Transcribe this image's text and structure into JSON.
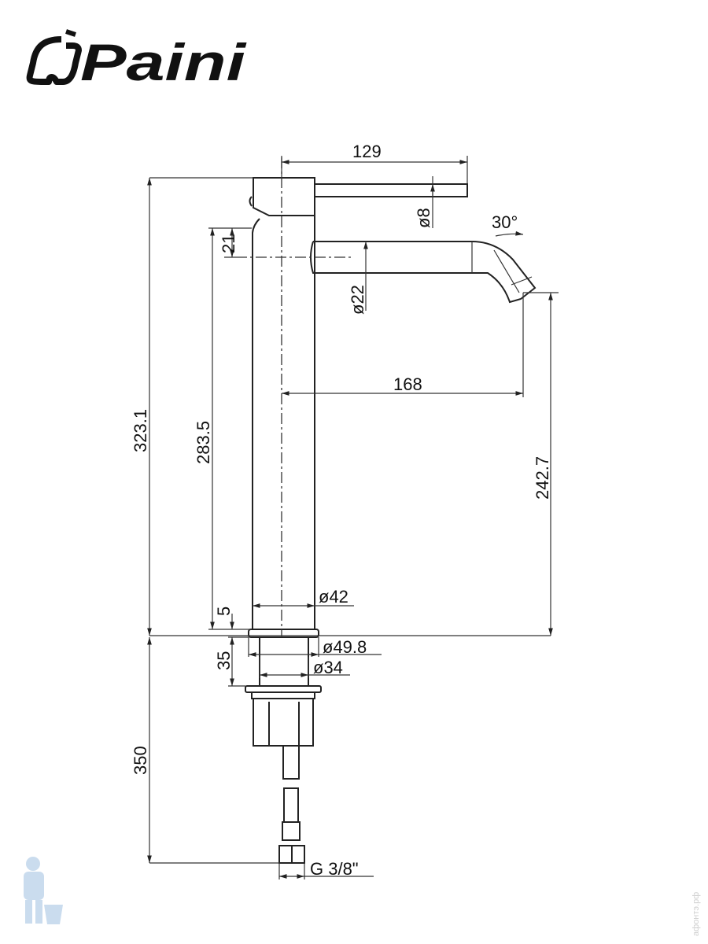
{
  "brand": {
    "logo_text": "Paini"
  },
  "watermark": "афонтэ.рф",
  "dimensions": {
    "lever_reach": "129",
    "lever_diameter": "ø8",
    "spout_angle": "30°",
    "spout_height_offset": "21",
    "spout_diameter": "ø22",
    "total_height": "323.1",
    "spout_axis_height": "283.5",
    "spout_reach": "168",
    "outlet_height": "242.7",
    "body_diameter": "ø42",
    "base_ring_height": "5",
    "base_diameter": "ø49.8",
    "shank_height": "35",
    "shank_diameter": "ø34",
    "hose_length": "350",
    "connection_thread": "G 3/8\""
  }
}
